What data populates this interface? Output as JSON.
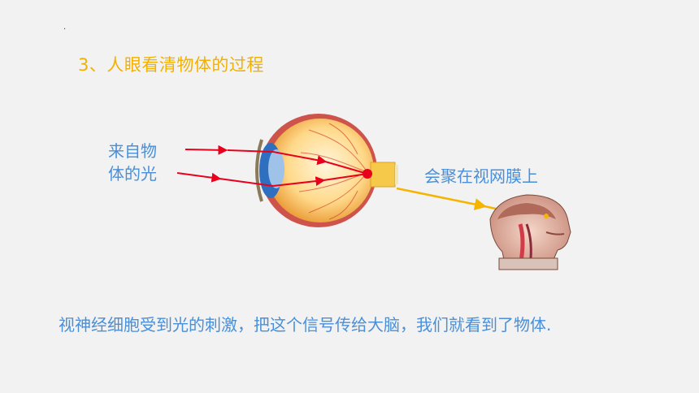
{
  "slide": {
    "marker": ".",
    "title": "3、人眼看清物体的过程",
    "light_label_line1": "来自物",
    "light_label_line2": "体的光",
    "retina_label": "会聚在视网膜上",
    "caption": "视神经细胞受到光的刺激，把这个信号传给大脑，我们就看到了物体."
  },
  "colors": {
    "title": "#f2b100",
    "body_text": "#4a8fd8",
    "light_rays": "#e8001c",
    "nerve_signal": "#f5b400",
    "background": "#f2f2f2"
  },
  "icons": [
    "eye-cross-section-illustration",
    "head-brain-cross-section-illustration"
  ]
}
